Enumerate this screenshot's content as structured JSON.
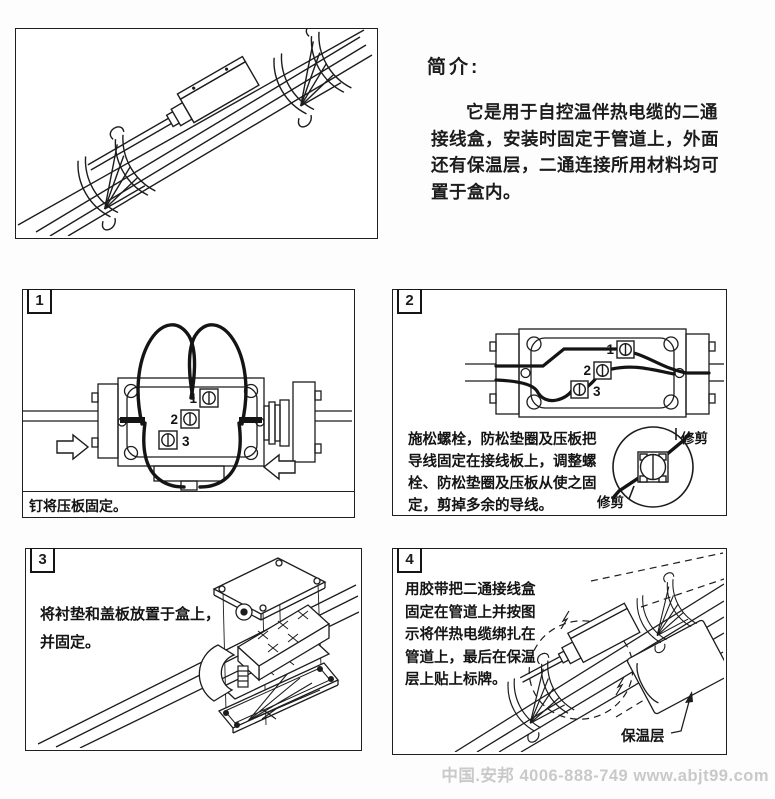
{
  "intro": {
    "title": "简介:",
    "body": "它是用于自控温伴热电缆的二通接线盒，安装时固定于管道上，外面还有保温层，二通连接所用材料均可置于盒内。"
  },
  "steps": [
    {
      "number": "1",
      "caption": "钉将压板固定。"
    },
    {
      "number": "2",
      "caption": "施松螺栓，防松垫圈及压板把导线固定在接线板上，调整螺栓、防松垫圈及压板从使之固定，剪掉多余的导线。"
    },
    {
      "number": "3",
      "caption": "将衬垫和盖板放置于盒上，并固定。"
    },
    {
      "number": "4",
      "caption": "用胶带把二通接线盒固定在管道上并按图示将伴热电缆绑扎在管道上，最后在保温层上贴上标牌。"
    }
  ],
  "labels": {
    "terminal_1": "1",
    "terminal_2": "2",
    "terminal_3": "3",
    "trim_top": "修剪",
    "trim_bottom": "修剪",
    "insulation": "保温层"
  },
  "watermark": {
    "text": "中国.安邦 4006-888-749 www.abjt99.com"
  },
  "colors": {
    "ink": "#1c1c1c",
    "paper": "#ffffff",
    "watermark_gray": "#c9c9c9"
  }
}
